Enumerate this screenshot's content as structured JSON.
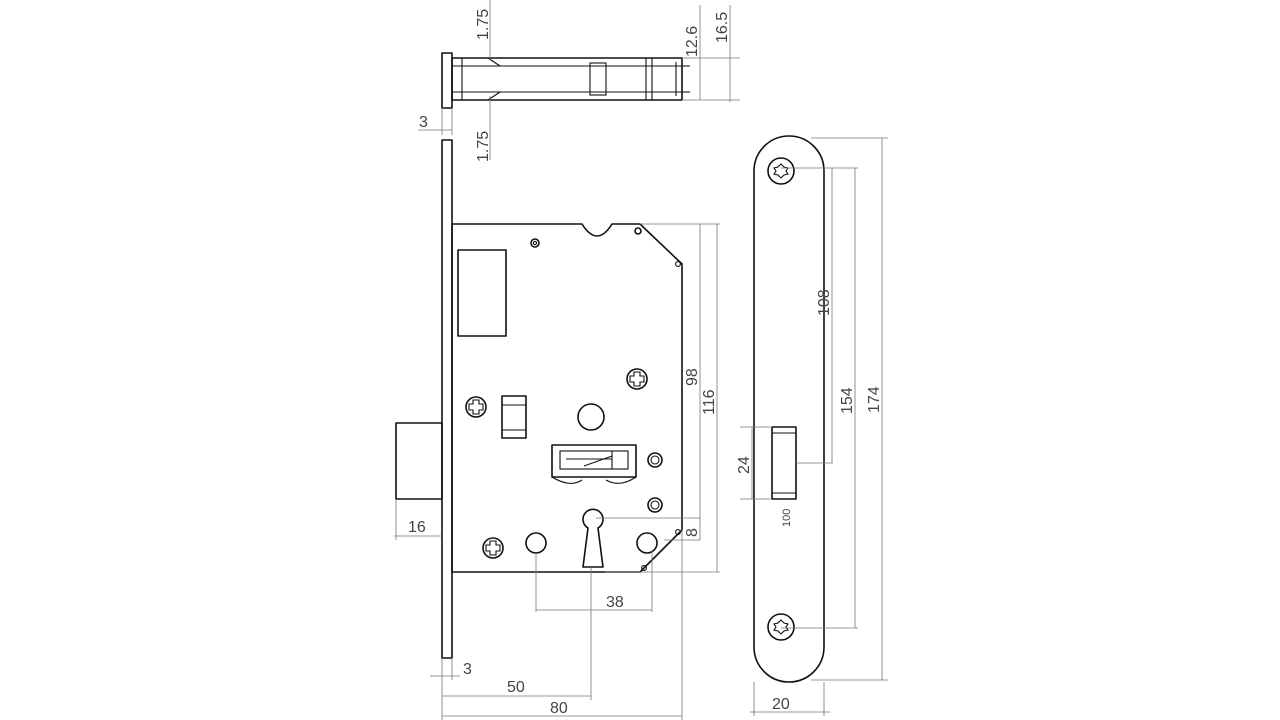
{
  "dimensions": {
    "top_view": {
      "plate_inner": "1.75",
      "plate_outer": "1.75",
      "bolt_height": "12.6",
      "total_height": "16.5",
      "plate_thickness": "3"
    },
    "side_view": {
      "case_height": "116",
      "follower_to_keyhole": "98",
      "keyhole_offset": "8",
      "spindle_to_keyhole": "38",
      "bolt_throw": "16",
      "faceplate": "3",
      "backset": "50",
      "case_depth": "80"
    },
    "front_view": {
      "screw_to_follower": "108",
      "screw_spacing": "154",
      "plate_length": "174",
      "opening_height": "24",
      "plate_width": "20",
      "opening_label": "100"
    }
  }
}
